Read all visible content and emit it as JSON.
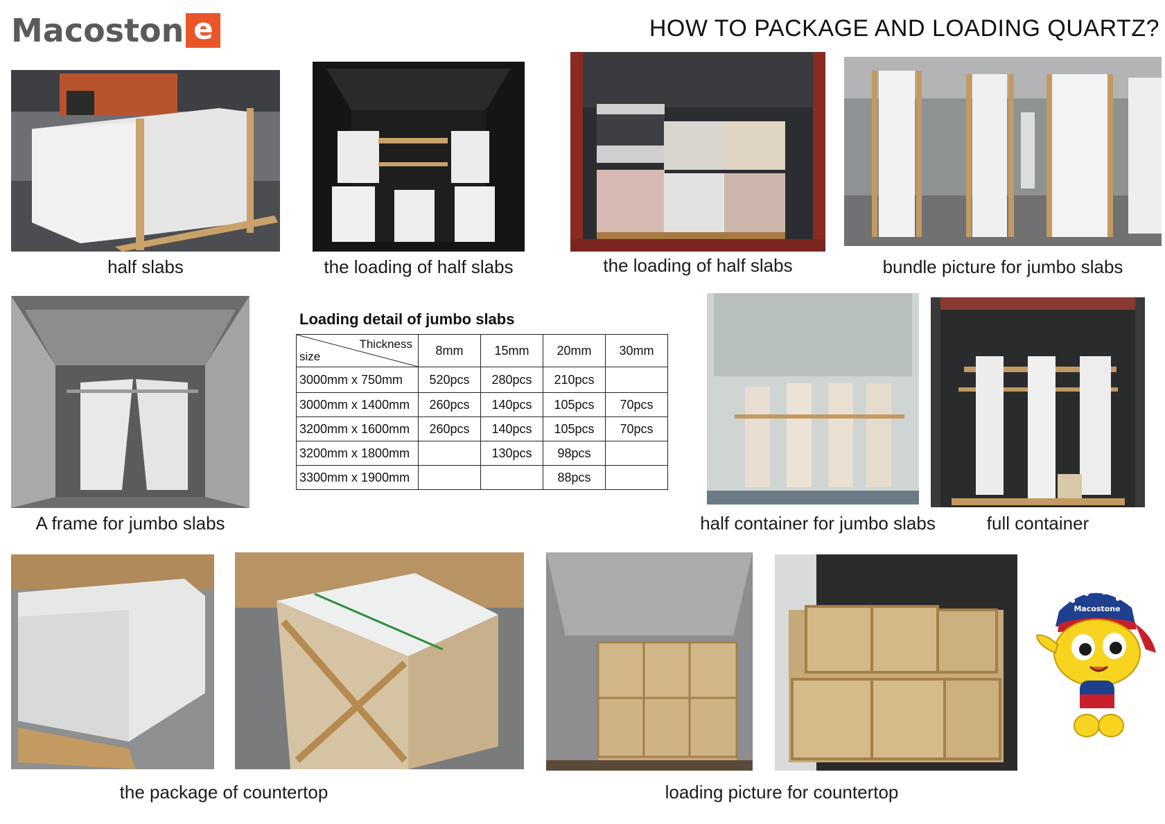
{
  "brand": {
    "logo_text": "Macoston",
    "logo_letter": "e",
    "accent": "#e8562a"
  },
  "title": "HOW TO PACKAGE AND LOADING QUARTZ?",
  "photos": [
    {
      "caption": "half slabs"
    },
    {
      "caption": "the loading of half slabs"
    },
    {
      "caption": "the loading of half slabs"
    },
    {
      "caption": "bundle picture for jumbo slabs"
    },
    {
      "caption": "A frame for jumbo slabs"
    },
    {
      "caption": "half container for jumbo slabs"
    },
    {
      "caption": "full container"
    },
    {
      "caption": "the package of countertop"
    },
    {
      "caption": "loading picture for countertop"
    }
  ],
  "loading_table": {
    "title": "Loading detail of jumbo slabs",
    "corner_row_label": "size",
    "corner_col_label": "Thickness",
    "columns": [
      "8mm",
      "15mm",
      "20mm",
      "30mm"
    ],
    "rows": [
      {
        "size": "3000mm x 750mm",
        "cells": [
          "520pcs",
          "280pcs",
          "210pcs",
          ""
        ]
      },
      {
        "size": "3000mm x 1400mm",
        "cells": [
          "260pcs",
          "140pcs",
          "105pcs",
          "70pcs"
        ]
      },
      {
        "size": "3200mm x 1600mm",
        "cells": [
          "260pcs",
          "140pcs",
          "105pcs",
          "70pcs"
        ]
      },
      {
        "size": "3200mm x 1800mm",
        "cells": [
          "",
          "130pcs",
          "98pcs",
          ""
        ]
      },
      {
        "size": "3300mm x 1900mm",
        "cells": [
          "",
          "",
          "88pcs",
          ""
        ]
      }
    ]
  },
  "mascot": {
    "hat_text": "Macostone",
    "icon": "mascot-character"
  }
}
